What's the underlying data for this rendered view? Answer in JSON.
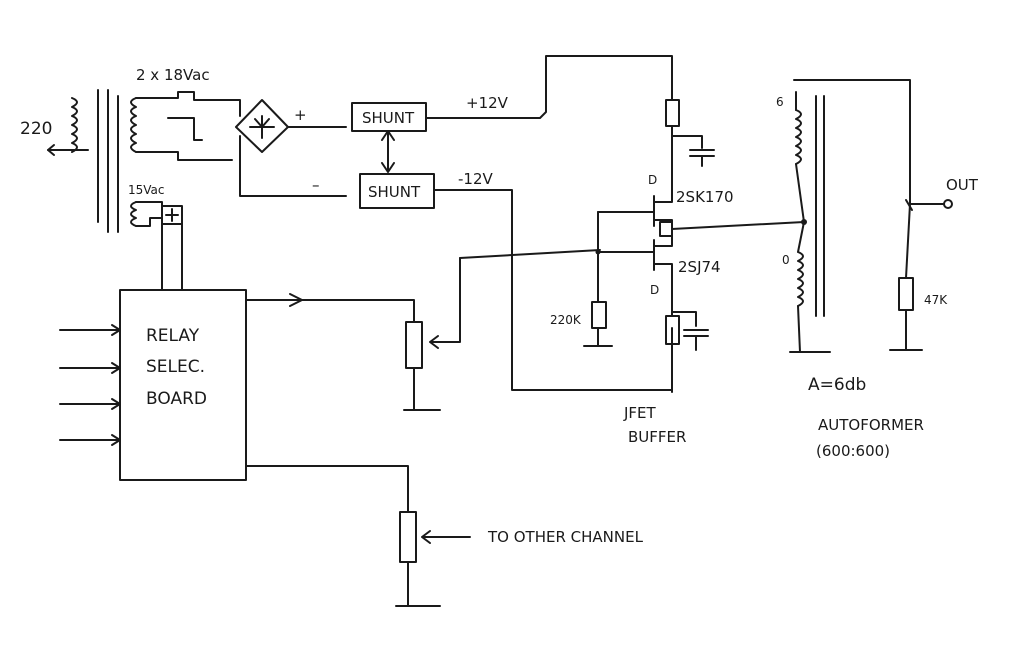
{
  "power": {
    "mains_label": "220",
    "secondary_label": "2 x 18Vac",
    "aux_secondary_label": "15Vac",
    "plus_sign": "+",
    "minus_sign": "–",
    "shunt_top": "SHUNT",
    "shunt_bottom": "SHUNT",
    "rail_pos": "+12V",
    "rail_neg": "-12V"
  },
  "relay_board": {
    "lines": [
      "RELAY",
      "SELEC.",
      "BOARD"
    ]
  },
  "buffer": {
    "jfet_top": "2SK170",
    "jfet_bottom": "2SJ74",
    "drain_top": "D",
    "drain_bottom": "D",
    "resistor_gate": "220K",
    "caption_line1": "JFET",
    "caption_line2": "BUFFER"
  },
  "autoformer": {
    "tap_top": "6",
    "tap_bottom": "0",
    "gain": "A=6db",
    "caption_line1": "AUTOFORMER",
    "caption_line2": "(600:600)",
    "load_resistor": "47K",
    "out_label": "OUT"
  },
  "other_channel": "TO OTHER CHANNEL"
}
